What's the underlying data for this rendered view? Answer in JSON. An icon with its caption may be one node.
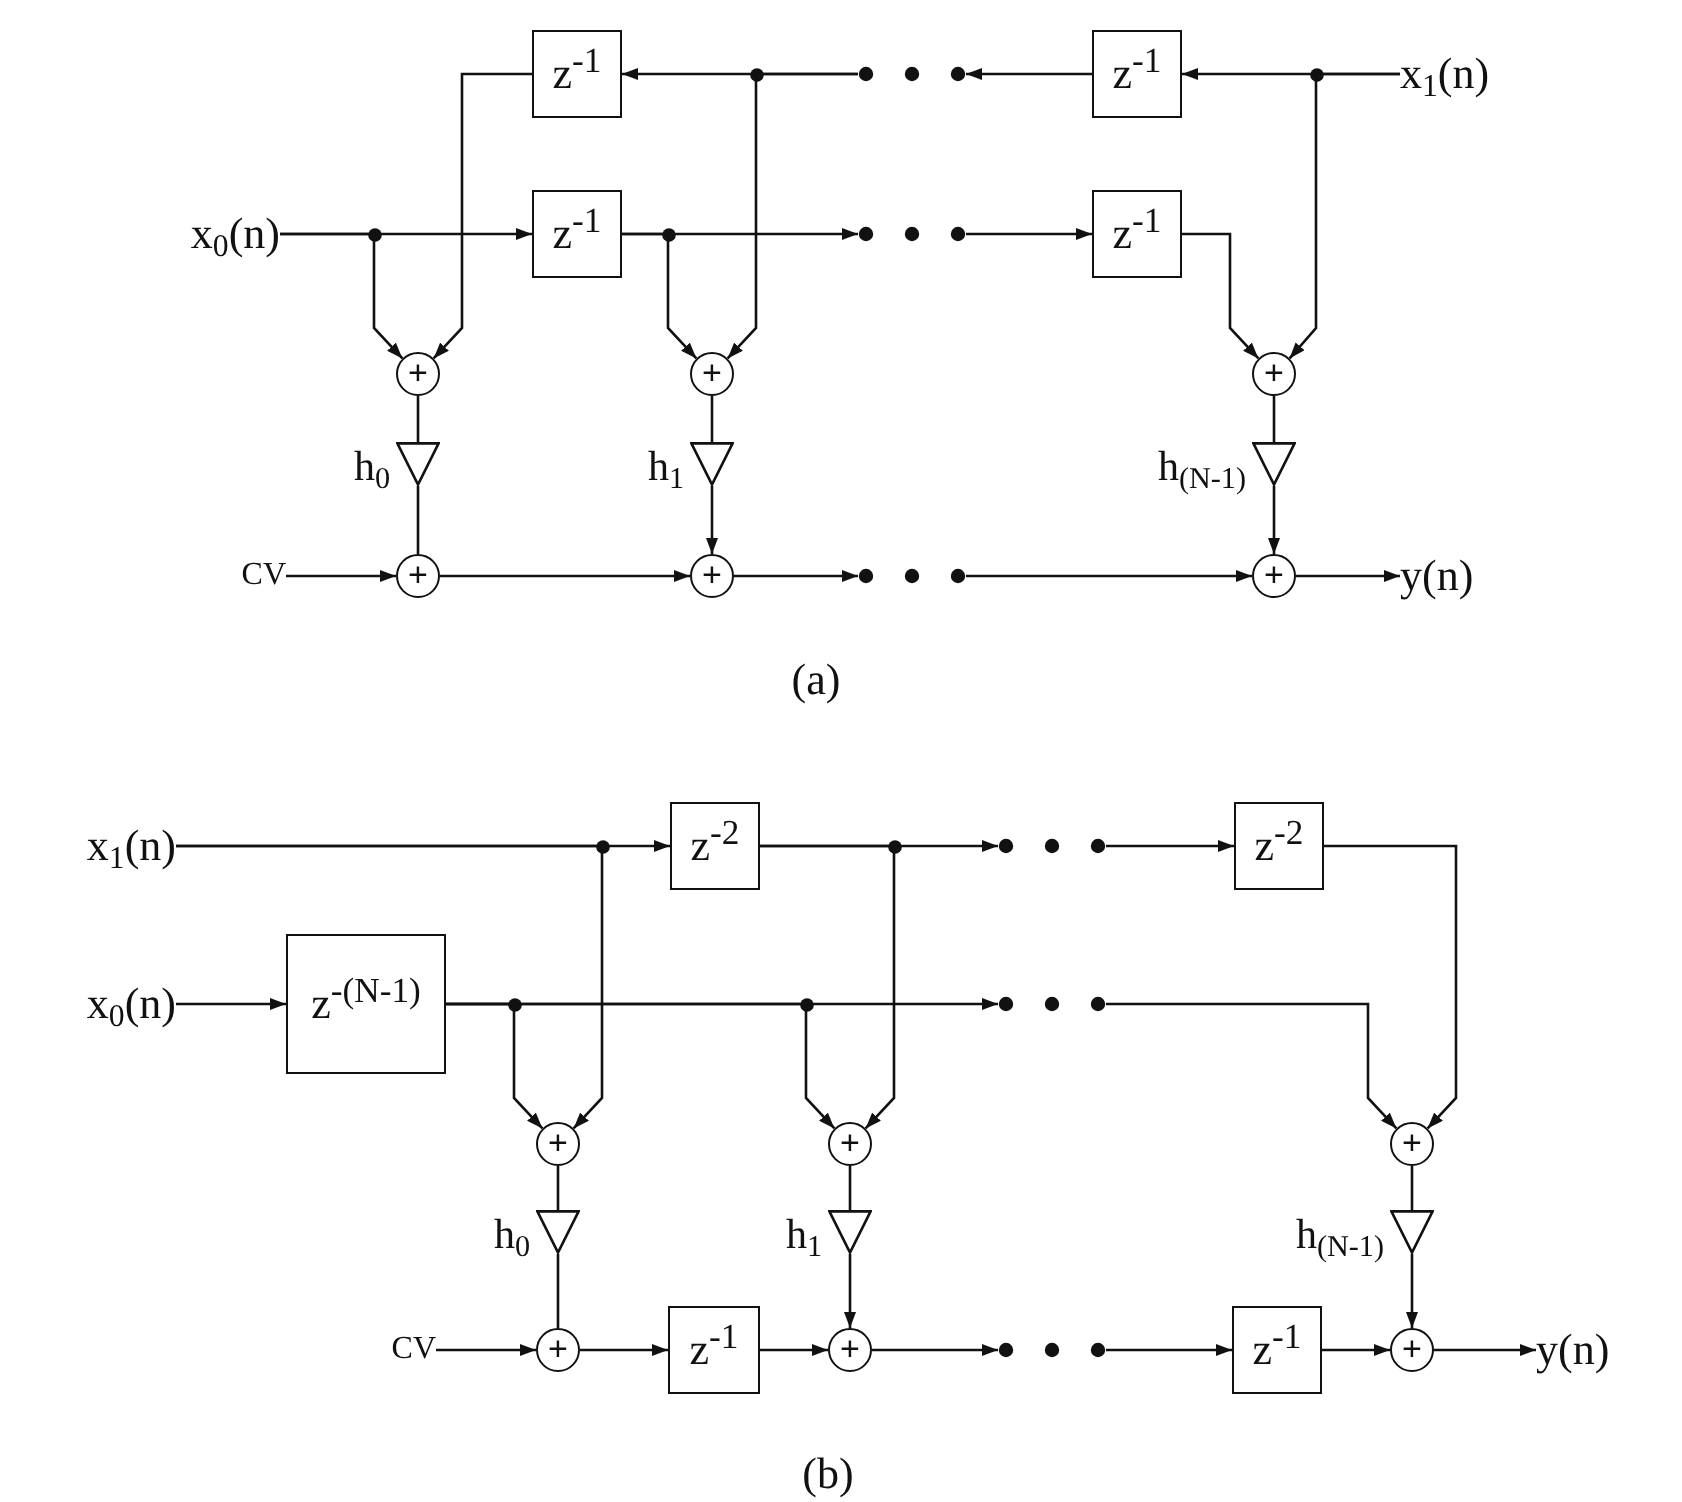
{
  "diagram": {
    "nodes": [
      {
        "text": [
          "z$^{-1}$"
        ]
      },
      {
        "text": [],
        "shape": "dots"
      },
      {
        "text": [
          "z$^{-1}$"
        ]
      },
      {
        "text": [
          "x$_{1}$(n)"
        ]
      },
      {
        "text": [
          "x$_{0}$(n)"
        ]
      },
      {
        "text": [
          "z$^{-1}$"
        ]
      },
      {
        "text": [],
        "shape": "dots"
      },
      {
        "text": [
          "z$^{-1}$"
        ]
      },
      {
        "text": [
          "+"
        ]
      },
      {
        "text": [
          "+"
        ]
      },
      {
        "text": [
          "+"
        ]
      },
      {
        "text": [],
        "shape": "triangle",
        "beside": [
          "h$_{0}$"
        ]
      },
      {
        "text": [],
        "shape": "triangle",
        "beside": [
          "h$_{1}$"
        ]
      },
      {
        "text": [],
        "shape": "triangle",
        "beside": [
          "h$_{(N-1)}$"
        ]
      },
      {
        "text": [
          "CV"
        ]
      },
      {
        "text": [
          "+"
        ]
      },
      {
        "text": [
          "+"
        ]
      },
      {
        "text": [],
        "shape": "dots"
      },
      {
        "text": [
          "+"
        ]
      },
      {
        "text": [
          "y(n)"
        ]
      },
      {
        "text": [
          "x$_{1}$(n)"
        ]
      },
      {
        "text": [
          "z$^{-2}$"
        ]
      },
      {
        "text": [],
        "shape": "dots"
      },
      {
        "text": [
          "z$^{-2}$"
        ]
      },
      {
        "text": [
          "x$_{0}$(n)"
        ]
      },
      {
        "text": [
          "z$^{-(N-1)}$"
        ]
      },
      {
        "text": [],
        "shape": "dots"
      },
      {
        "text": [
          "+"
        ]
      },
      {
        "text": [
          "+"
        ]
      },
      {
        "text": [
          "+"
        ]
      },
      {
        "text": [],
        "shape": "triangle",
        "beside": [
          "h$_{0}$"
        ]
      },
      {
        "text": [],
        "shape": "triangle",
        "beside": [
          "h$_{1}$"
        ]
      },
      {
        "text": [],
        "shape": "triangle",
        "beside": [
          "h$_{(N-1)}$"
        ]
      },
      {
        "text": [
          "CV"
        ]
      },
      {
        "text": [
          "+"
        ]
      },
      {
        "text": [
          "z$^{-1}$"
        ]
      },
      {
        "text": [
          "+"
        ]
      },
      {
        "text": [],
        "shape": "dots"
      },
      {
        "text": [
          "z$^{-1}$"
        ]
      },
      {
        "text": [
          "+"
        ]
      },
      {
        "text": [
          "y(n)"
        ]
      }
    ],
    "edges": [
      {
        "from": 3,
        "to": 2,
        "arrow": "to"
      },
      {
        "from": 3,
        "to": 10,
        "arrow": "to"
      },
      {
        "from": 2,
        "to": 1,
        "arrow": "to"
      },
      {
        "from": 1,
        "to": 0,
        "arrow": "to"
      },
      {
        "from": 1,
        "to": 9,
        "arrow": "to"
      },
      {
        "from": 0,
        "to": 8,
        "arrow": "to"
      },
      {
        "from": 4,
        "to": 5,
        "arrow": "to"
      },
      {
        "from": 4,
        "to": 8,
        "arrow": "to"
      },
      {
        "from": 5,
        "to": 6,
        "arrow": "to"
      },
      {
        "from": 5,
        "to": 9,
        "arrow": "to"
      },
      {
        "from": 6,
        "to": 7,
        "arrow": "to"
      },
      {
        "from": 7,
        "to": 10,
        "arrow": "to"
      },
      {
        "from": 8,
        "to": 11,
        "arrow": "none"
      },
      {
        "from": 9,
        "to": 12,
        "arrow": "none"
      },
      {
        "from": 10,
        "to": 13,
        "arrow": "none"
      },
      {
        "from": 11,
        "to": 15,
        "arrow": "none"
      },
      {
        "from": 12,
        "to": 16,
        "arrow": "to"
      },
      {
        "from": 13,
        "to": 18,
        "arrow": "to"
      },
      {
        "from": 14,
        "to": 15,
        "arrow": "to"
      },
      {
        "from": 15,
        "to": 16,
        "arrow": "to"
      },
      {
        "from": 16,
        "to": 17,
        "arrow": "to"
      },
      {
        "from": 17,
        "to": 18,
        "arrow": "to"
      },
      {
        "from": 18,
        "to": 19,
        "arrow": "to"
      },
      {
        "from": 20,
        "to": 21,
        "arrow": "to"
      },
      {
        "from": 20,
        "to": 27,
        "arrow": "to"
      },
      {
        "from": 21,
        "to": 22,
        "arrow": "to"
      },
      {
        "from": 21,
        "to": 28,
        "arrow": "to"
      },
      {
        "from": 22,
        "to": 23,
        "arrow": "to"
      },
      {
        "from": 23,
        "to": 29,
        "arrow": "to"
      },
      {
        "from": 24,
        "to": 25,
        "arrow": "to"
      },
      {
        "from": 25,
        "to": 27,
        "arrow": "to"
      },
      {
        "from": 25,
        "to": 28,
        "arrow": "to"
      },
      {
        "from": 25,
        "to": 26,
        "arrow": "to"
      },
      {
        "from": 26,
        "to": 29,
        "arrow": "to"
      },
      {
        "from": 27,
        "to": 30,
        "arrow": "none"
      },
      {
        "from": 30,
        "to": 34,
        "arrow": "none"
      },
      {
        "from": 28,
        "to": 31,
        "arrow": "none"
      },
      {
        "from": 31,
        "to": 36,
        "arrow": "to"
      },
      {
        "from": 29,
        "to": 32,
        "arrow": "none"
      },
      {
        "from": 32,
        "to": 39,
        "arrow": "to"
      },
      {
        "from": 33,
        "to": 34,
        "arrow": "to"
      },
      {
        "from": 34,
        "to": 35,
        "arrow": "to"
      },
      {
        "from": 35,
        "to": 36,
        "arrow": "to"
      },
      {
        "from": 36,
        "to": 37,
        "arrow": "to"
      },
      {
        "from": 37,
        "to": 38,
        "arrow": "to"
      },
      {
        "from": 38,
        "to": 39,
        "arrow": "to"
      },
      {
        "from": 39,
        "to": 40,
        "arrow": "to"
      }
    ],
    "labels": [
      "(a)",
      "(b)"
    ]
  }
}
